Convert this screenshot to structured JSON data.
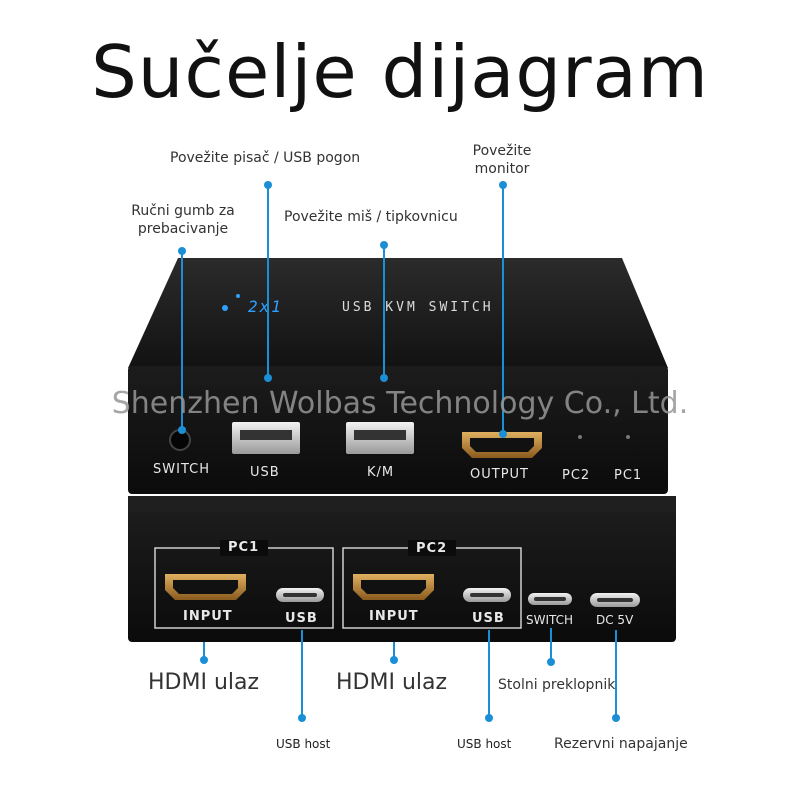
{
  "title": "Sučelje dijagram",
  "watermark": "Shenzhen Wolbas Technology Co., Ltd.",
  "accent_color": "#1a8fd6",
  "device": {
    "model_badge": "2x1",
    "device_label": "USB KVM SWITCH",
    "front_ports": {
      "switch": "SWITCH",
      "usb": "USB",
      "km": "K/M",
      "output": "OUTPUT",
      "pc2": "PC2",
      "pc1": "PC1"
    },
    "back_ports": {
      "pc1_group": "PC1",
      "pc1_input": "INPUT",
      "pc1_usb": "USB",
      "pc2_group": "PC2",
      "pc2_input": "INPUT",
      "pc2_usb": "USB",
      "switch": "SWITCH",
      "dc": "DC 5V"
    }
  },
  "callouts": {
    "printer_usb": "Povežite pisač / USB pogon",
    "monitor_line1": "Povežite",
    "monitor_line2": "monitor",
    "manual_line1": "Ručni gumb za",
    "manual_line2": "prebacivanje",
    "mouse_keyboard": "Povežite miš / tipkovnicu",
    "hdmi_in_1": "HDMI ulaz",
    "hdmi_in_2": "HDMI ulaz",
    "desktop_switch": "Stolni preklopnik",
    "usb_host_1": "USB host",
    "usb_host_2": "USB host",
    "backup_power": "Rezervni napajanje"
  }
}
